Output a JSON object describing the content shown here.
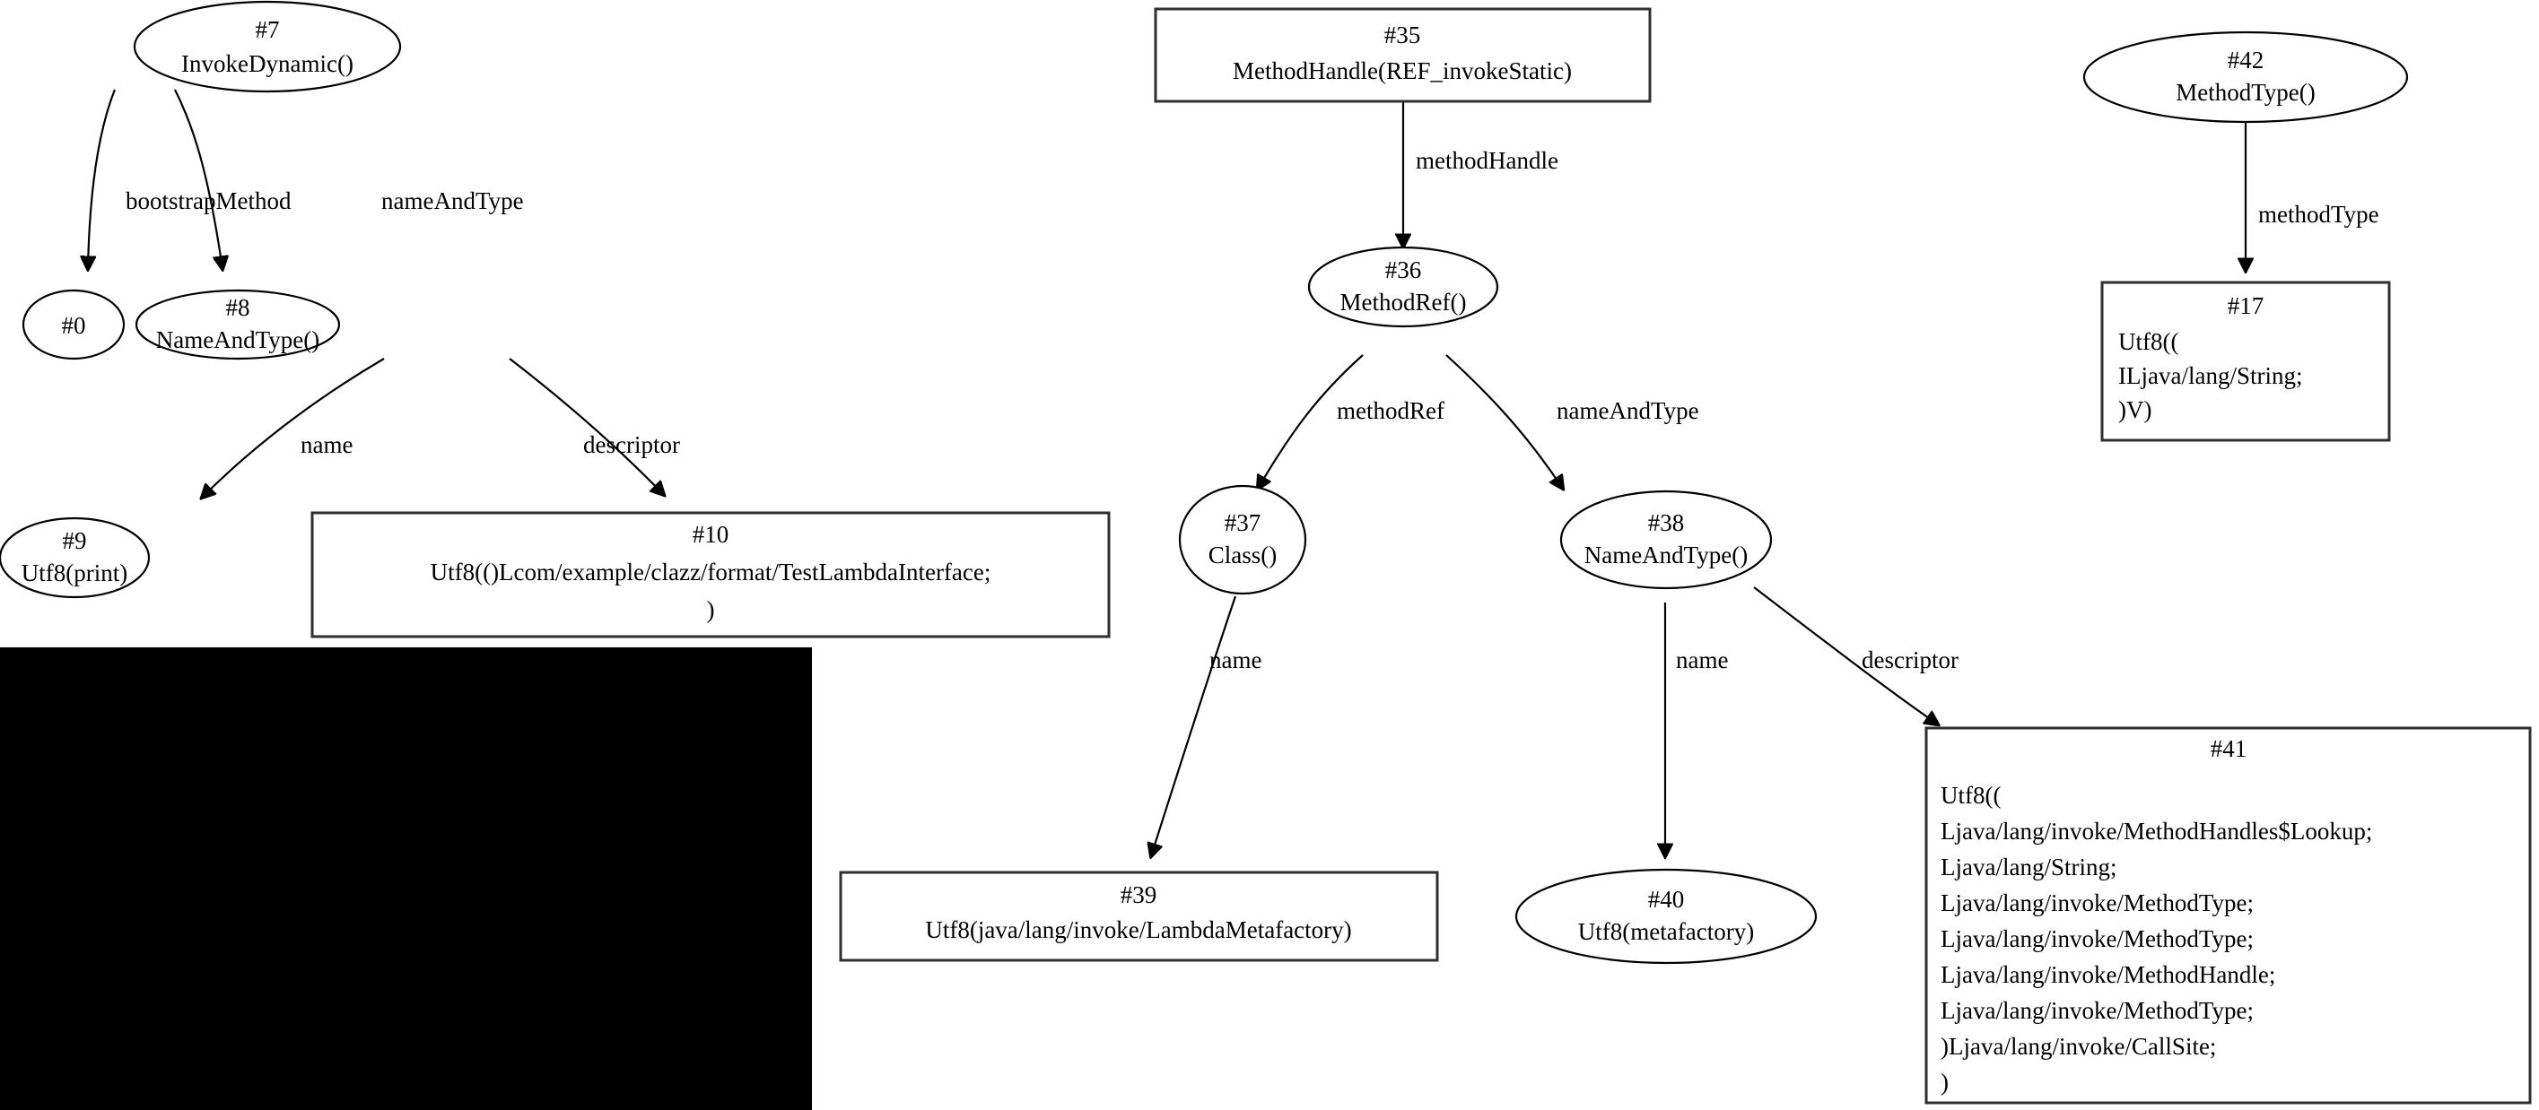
{
  "diagram": {
    "title": "Java constant pool reference graph",
    "background_color": "#ffffff",
    "node_stroke_color": "#000000",
    "box_stroke_color": "#2f2f2f",
    "edge_color": "#000000",
    "occluder_color": "#000000"
  },
  "nodes": {
    "n7": {
      "id": "#7",
      "line1": "#7",
      "line2": "InvokeDynamic()",
      "shape": "ellipse"
    },
    "n0": {
      "id": "#0",
      "line1": "#0",
      "line2": "",
      "shape": "ellipse"
    },
    "n8": {
      "id": "#8",
      "line1": "#8",
      "line2": "NameAndType()",
      "shape": "ellipse"
    },
    "n9": {
      "id": "#9",
      "line1": "#9",
      "line2": "Utf8(print)",
      "shape": "ellipse"
    },
    "n10": {
      "id": "#10",
      "line1": "#10",
      "line2": "Utf8(()Lcom/example/clazz/format/TestLambdaInterface;",
      "line3": ")",
      "shape": "box"
    },
    "n35": {
      "id": "#35",
      "line1": "#35",
      "line2": "MethodHandle(REF_invokeStatic)",
      "shape": "box"
    },
    "n36": {
      "id": "#36",
      "line1": "#36",
      "line2": "MethodRef()",
      "shape": "ellipse"
    },
    "n37": {
      "id": "#37",
      "line1": "#37",
      "line2": "Class()",
      "shape": "ellipse"
    },
    "n38": {
      "id": "#38",
      "line1": "#38",
      "line2": "NameAndType()",
      "shape": "ellipse"
    },
    "n39": {
      "id": "#39",
      "line1": "#39",
      "line2": "Utf8(java/lang/invoke/LambdaMetafactory)",
      "shape": "box"
    },
    "n40": {
      "id": "#40",
      "line1": "#40",
      "line2": "Utf8(metafactory)",
      "shape": "ellipse"
    },
    "n41": {
      "id": "#41",
      "line1": "#41",
      "shape": "box",
      "body_lines": [
        "Utf8((",
        "Ljava/lang/invoke/MethodHandles$Lookup;",
        "Ljava/lang/String;",
        "Ljava/lang/invoke/MethodType;",
        "Ljava/lang/invoke/MethodType;",
        "Ljava/lang/invoke/MethodHandle;",
        "Ljava/lang/invoke/MethodType;",
        ")Ljava/lang/invoke/CallSite;",
        ")"
      ]
    },
    "n42": {
      "id": "#42",
      "line1": "#42",
      "line2": "MethodType()",
      "shape": "ellipse"
    },
    "n17": {
      "id": "#17",
      "line1": "#17",
      "shape": "box",
      "body_lines": [
        "Utf8((",
        "ILjava/lang/String;",
        ")V)"
      ]
    }
  },
  "edges": [
    {
      "from": "#7",
      "to": "#0",
      "label": "bootstrapMethod"
    },
    {
      "from": "#7",
      "to": "#8",
      "label": "nameAndType"
    },
    {
      "from": "#8",
      "to": "#9",
      "label": "name"
    },
    {
      "from": "#8",
      "to": "#10",
      "label": "descriptor"
    },
    {
      "from": "#35",
      "to": "#36",
      "label": "methodHandle"
    },
    {
      "from": "#36",
      "to": "#37",
      "label": "methodRef"
    },
    {
      "from": "#36",
      "to": "#38",
      "label": "nameAndType"
    },
    {
      "from": "#37",
      "to": "#39",
      "label": "name"
    },
    {
      "from": "#38",
      "to": "#40",
      "label": "name"
    },
    {
      "from": "#38",
      "to": "#41",
      "label": "descriptor"
    },
    {
      "from": "#42",
      "to": "#17",
      "label": "methodType"
    }
  ]
}
